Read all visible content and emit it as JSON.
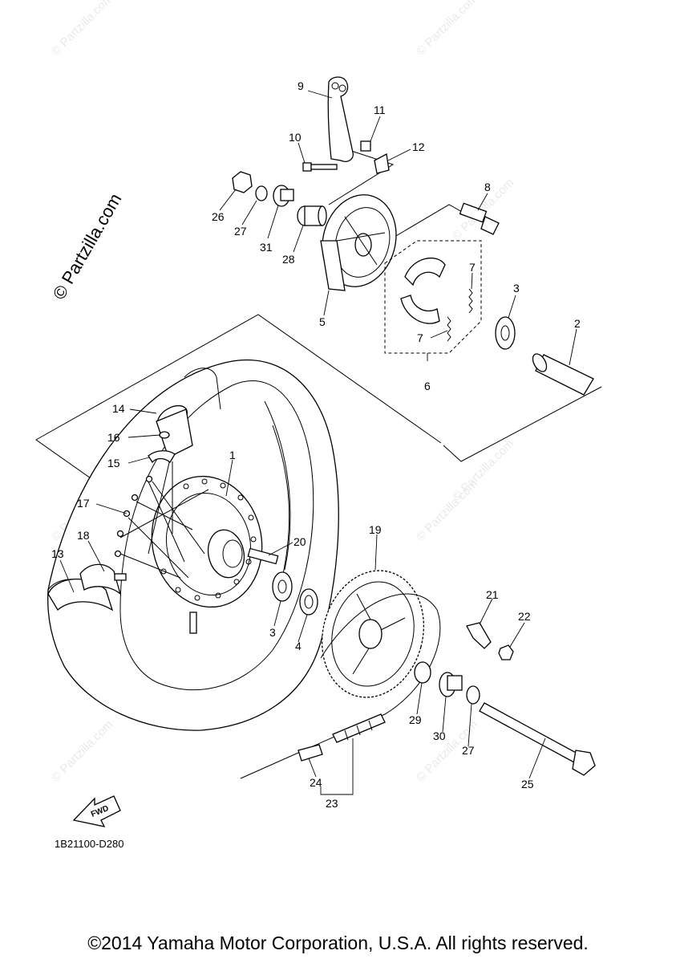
{
  "diagram": {
    "code": "1B21100-D280",
    "direction_label": "FWD",
    "brand_watermark": "© Partzilla.com",
    "faint_watermark": "© Partzilla.com",
    "callouts": [
      "1",
      "2",
      "3",
      "3",
      "4",
      "5",
      "6",
      "7",
      "7",
      "8",
      "9",
      "10",
      "11",
      "12",
      "13",
      "14",
      "15",
      "16",
      "17",
      "18",
      "19",
      "20",
      "21",
      "22",
      "23",
      "24",
      "25",
      "26",
      "27",
      "27",
      "28",
      "29",
      "30",
      "31"
    ]
  },
  "footer": {
    "copyright": "©2014 Yamaha Motor Corporation, U.S.A. All rights reserved."
  }
}
